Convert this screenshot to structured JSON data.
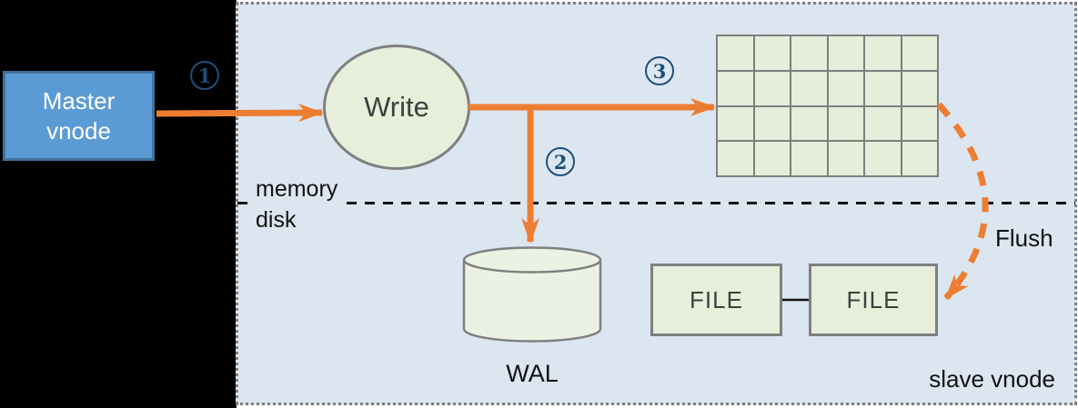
{
  "title": "vnode write flow diagram",
  "colors": {
    "left_background": "#000000",
    "panel_fill": "#dce6f1",
    "panel_border": "#7f7f7f",
    "node_green_fill": "#e7efdb",
    "node_border_gray": "#7f7f7f",
    "master_fill": "#5b9bd5",
    "master_border": "#41719c",
    "arrow_orange": "#ed7d31",
    "badge_navy": "#1f4e79",
    "text_dark_gray": "#3f3f3f",
    "text_black": "#111111"
  },
  "master_box": {
    "line1": "Master",
    "line2": "vnode"
  },
  "write_node": {
    "label": "Write"
  },
  "memtable_grid": {
    "rows": 4,
    "cols": 6
  },
  "wal": {
    "label": "WAL"
  },
  "files": [
    {
      "label": "FILE"
    },
    {
      "label": "FILE"
    }
  ],
  "labels": {
    "memory": "memory",
    "disk": "disk",
    "flush": "Flush",
    "slave_vnode": "slave vnode"
  },
  "badges": [
    {
      "value": "1"
    },
    {
      "value": "2"
    },
    {
      "value": "3"
    }
  ]
}
